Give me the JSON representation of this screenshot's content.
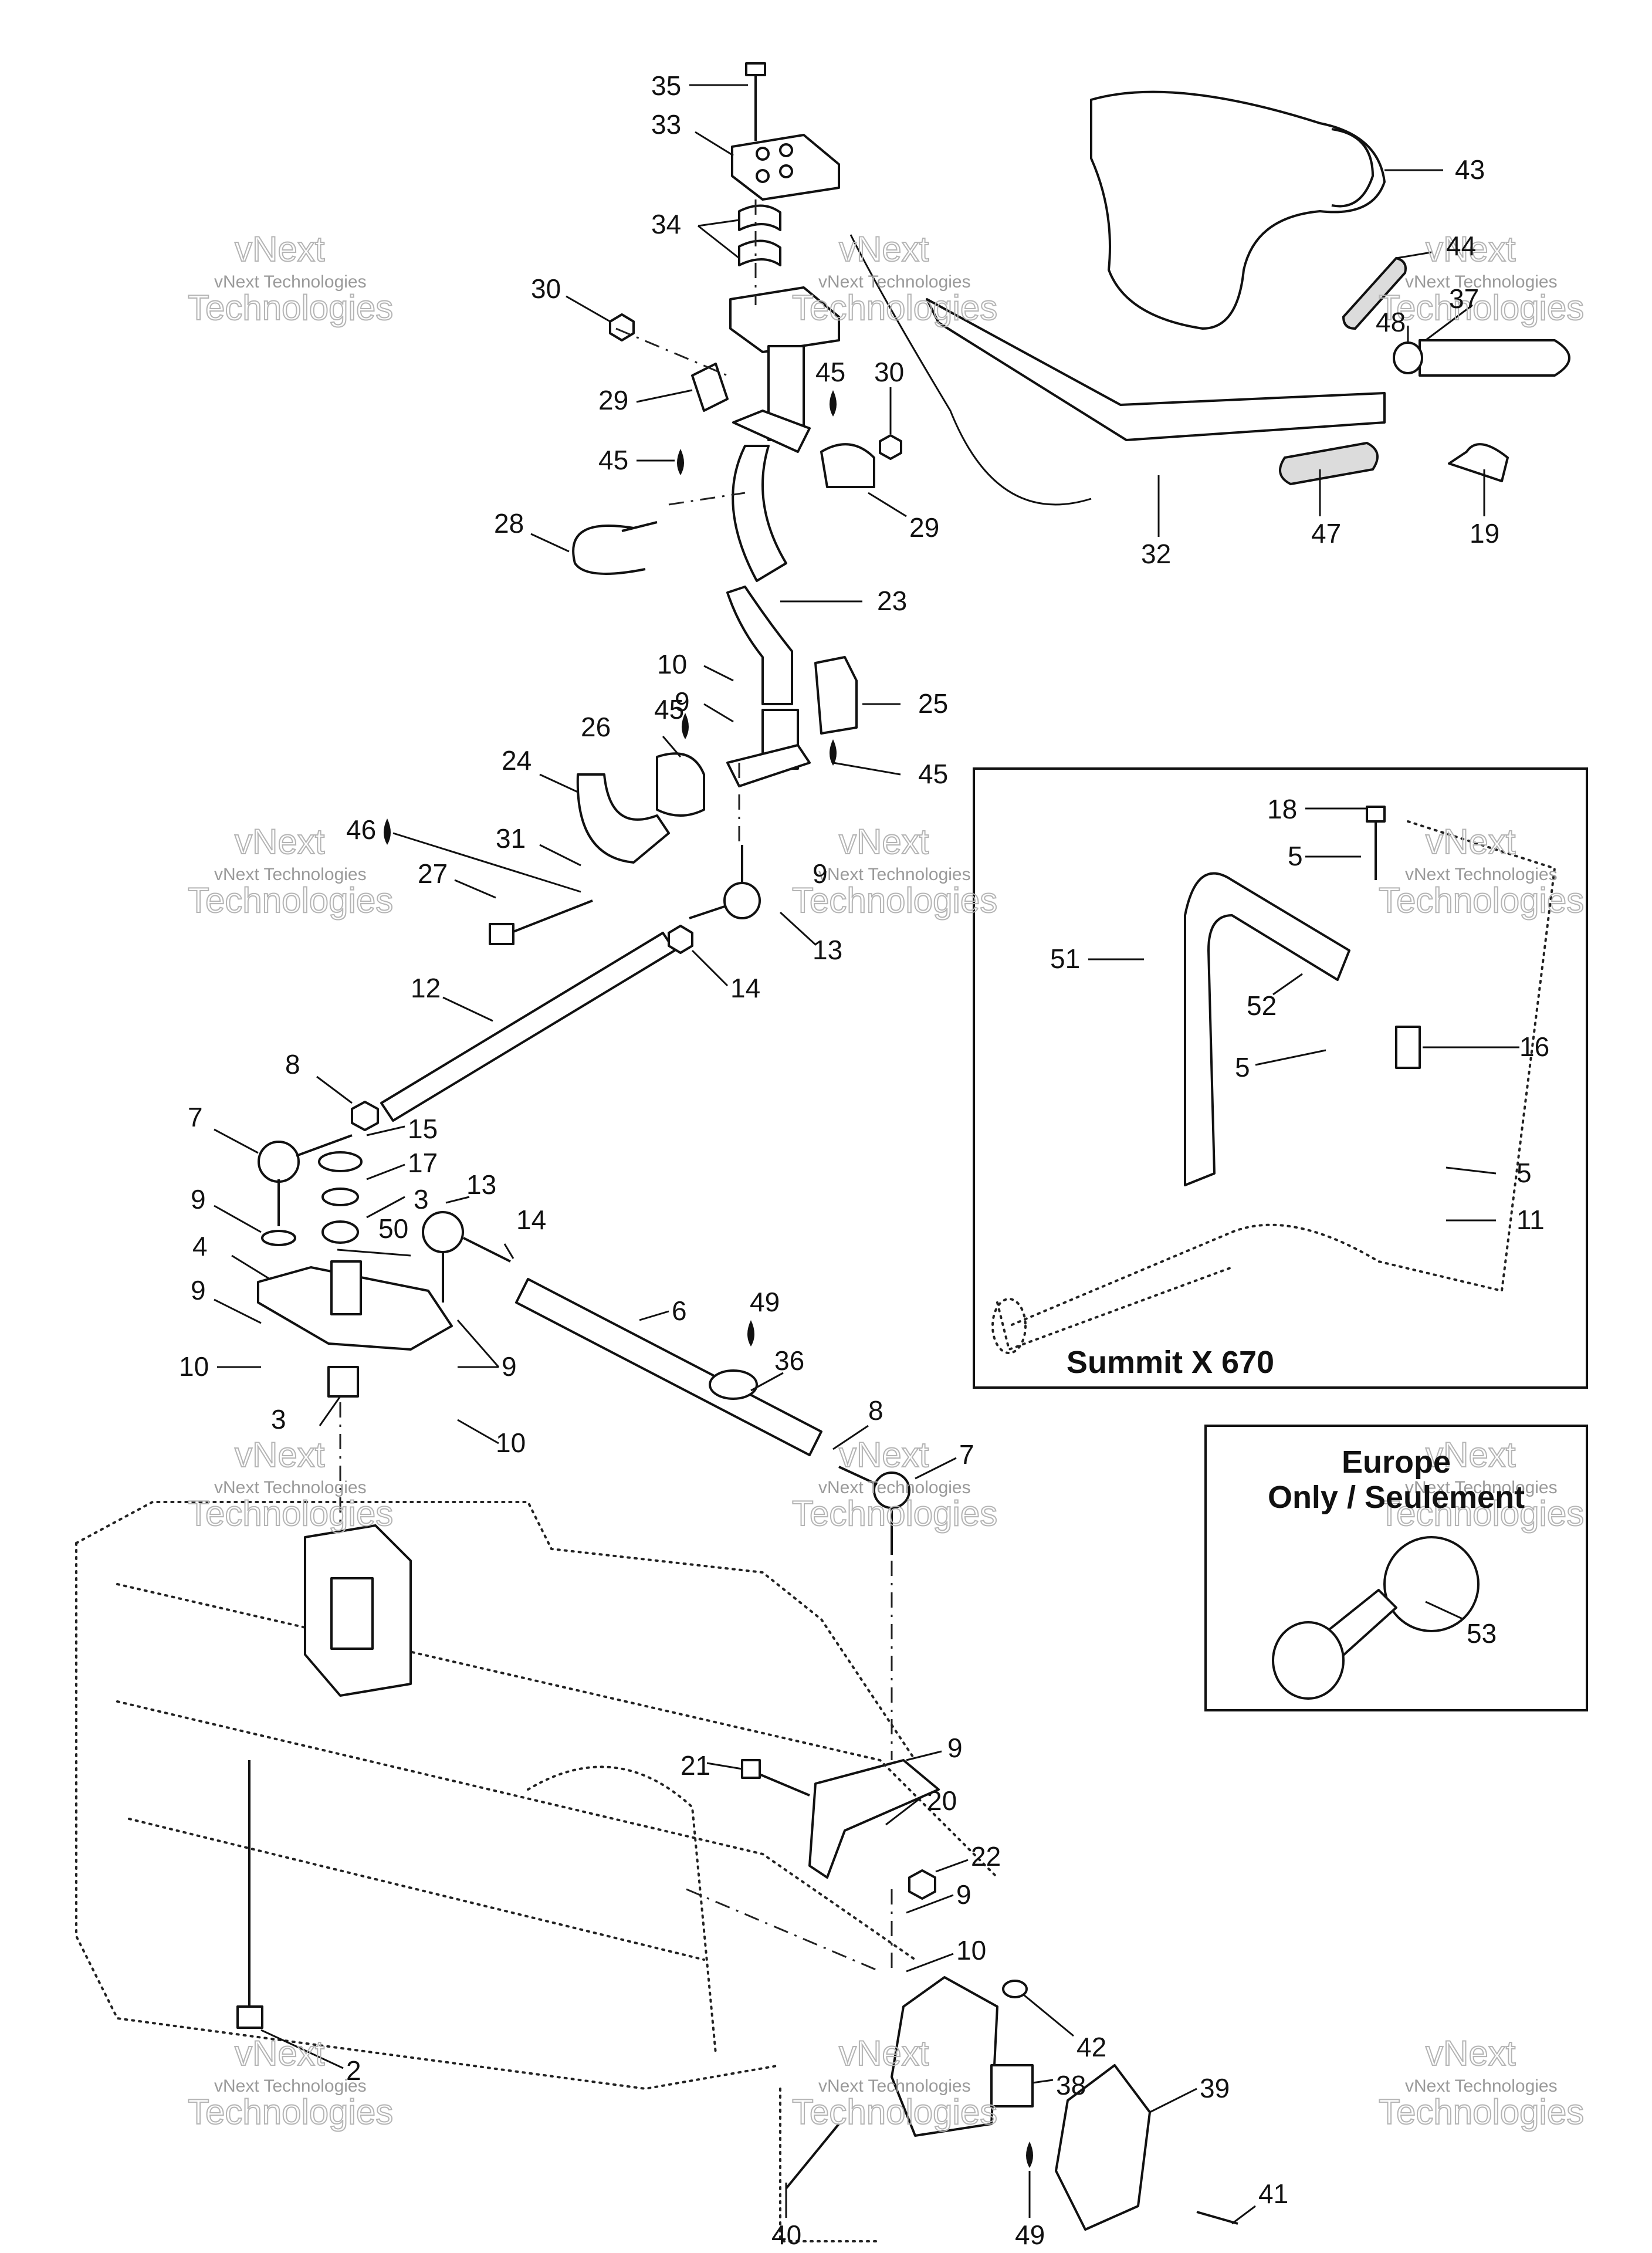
{
  "diagram": {
    "inset_summit_title": "Summit X 670",
    "inset_europe_line1": "Europe",
    "inset_europe_line2": "Only / Seulement",
    "watermark_line1": "vNext",
    "watermark_line2": "vNext Technologies",
    "watermark_line3": "Technologies",
    "callouts": [
      "35",
      "33",
      "34",
      "30",
      "29",
      "45",
      "45",
      "30",
      "29",
      "28",
      "23",
      "10",
      "9",
      "45",
      "26",
      "25",
      "24",
      "45",
      "46",
      "31",
      "27",
      "9",
      "13",
      "14",
      "12",
      "8",
      "15",
      "7",
      "17",
      "9",
      "3",
      "13",
      "50",
      "14",
      "4",
      "6",
      "49",
      "9",
      "9",
      "10",
      "10",
      "36",
      "3",
      "8",
      "7",
      "43",
      "44",
      "37",
      "48",
      "32",
      "47",
      "19",
      "18",
      "5",
      "51",
      "52",
      "5",
      "16",
      "5",
      "11",
      "53",
      "21",
      "9",
      "20",
      "22",
      "9",
      "10",
      "42",
      "38",
      "39",
      "2",
      "40",
      "49",
      "41"
    ]
  }
}
